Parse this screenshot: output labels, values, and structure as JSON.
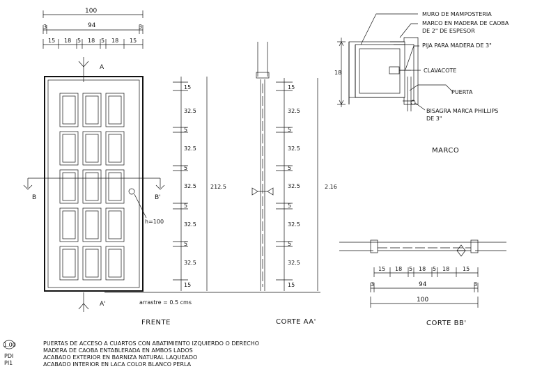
{
  "front_view": {
    "top_dims": {
      "overall": "100",
      "inner": "94",
      "edge_left": "3",
      "edge_right": "3"
    },
    "panel_dims": [
      "15",
      "18",
      "5",
      "18",
      "5",
      "18",
      "15"
    ],
    "section_a_top": "A",
    "section_a_bottom": "A'",
    "section_b_left": "B",
    "section_b_right": "B'",
    "handle_height": "h=100",
    "vertical_dims": [
      "15",
      "32.5",
      "5",
      "32.5",
      "5",
      "32.5",
      "5",
      "32.5",
      "5",
      "32.5",
      "15"
    ],
    "total_height": "212.5",
    "drag_note": "arrastre = 0.5 cms",
    "title": "FRENTE"
  },
  "section_aa": {
    "vertical_dims": [
      "15",
      "32.5",
      "5",
      "32.5",
      "5",
      "32.5",
      "5",
      "32.5",
      "5",
      "32.5",
      "15"
    ],
    "total_height": "2.16",
    "title": "CORTE AA'"
  },
  "frame_detail": {
    "labels": {
      "wall": "MURO DE MAMPOSTERIA",
      "frame_line1": "MARCO EN MADERA DE CAOBA",
      "frame_line2": "DE 2\" DE ESPESOR",
      "screw": "PIJA PARA MADERA DE 3\"",
      "anchor": "CLAVACOTE",
      "door": "PUERTA",
      "hinge_line1": "BISAGRA MARCA PHILLIPS",
      "hinge_line2": "DE 3\""
    },
    "dim": "18",
    "title": "MARCO"
  },
  "section_bb": {
    "panel_dims": [
      "15",
      "18",
      "5",
      "18",
      "5",
      "18",
      "15"
    ],
    "edge_left": "3",
    "inner": "94",
    "edge_right": "3",
    "overall": "100",
    "title": "CORTE BB'"
  },
  "legend": {
    "symbol": "1.00",
    "code1": "PDI",
    "code2": "PI1",
    "notes": [
      "PUERTAS DE ACCESO A CUARTOS CON ABATIMIENTO IZQUIERDO O DERECHO",
      "MADERA DE CAOBA ENTABLERADA EN AMBOS LADOS",
      "ACABADO EXTERIOR EN BARNIZA NATURAL LAQUEADO",
      "ACABADO INTERIOR EN LACA COLOR BLANCO PERLA"
    ]
  }
}
